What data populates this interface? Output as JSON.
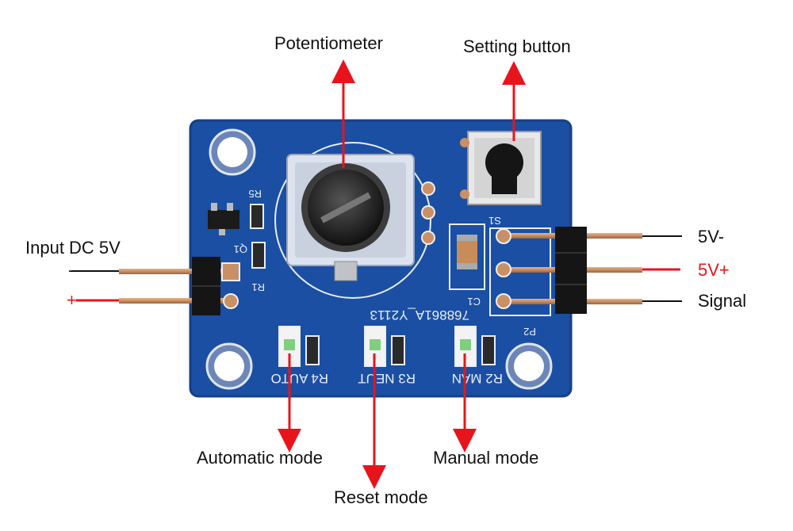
{
  "labels": {
    "potentiometer": "Potentiometer",
    "setting_button": "Setting button",
    "input_dc": "Input DC 5V",
    "minus_sign": "-",
    "plus_sign": "+",
    "v_minus": "5V-",
    "v_plus": "5V+",
    "signal": "Signal",
    "automatic_mode": "Automatic mode",
    "reset_mode": "Reset mode",
    "manual_mode": "Manual mode"
  },
  "silkscreen": {
    "r5": "R5",
    "q1": "Q1",
    "r1": "R1",
    "s1": "S1",
    "c1": "C1",
    "p2": "P2",
    "board_code": "768861A_Y2113",
    "auto": "R4 AUTO",
    "neut": "R3 NEUT",
    "man": "R2 MAN"
  },
  "colors": {
    "board": "#1a4fa3",
    "board_edge": "#163f86",
    "silk": "#e9eef7",
    "arrow_red": "#e8141c",
    "copper": "#c99066",
    "label_text": "#111111"
  }
}
